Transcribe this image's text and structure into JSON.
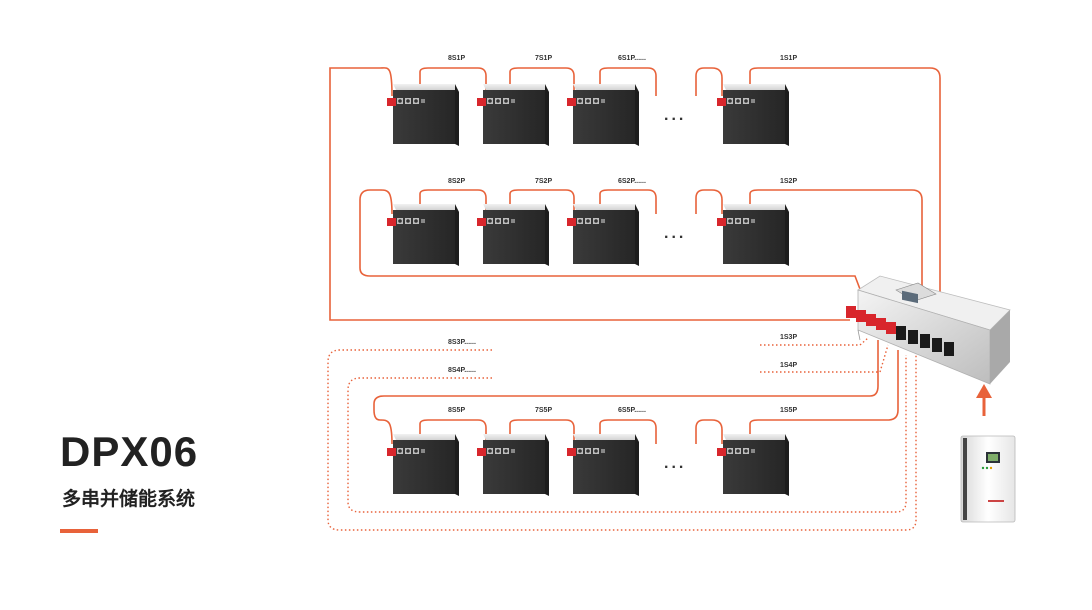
{
  "title": "DPX06",
  "subtitle": "多串并储能系统",
  "colors": {
    "accent": "#e8623a",
    "wire": "#e8623a",
    "battery": "#2f2f2f",
    "text": "#222222"
  },
  "rows": [
    {
      "style": "solid",
      "labels": [
        "8S1P",
        "7S1P",
        "6S1P......",
        "1S1P"
      ],
      "ellipsis": "..."
    },
    {
      "style": "solid",
      "labels": [
        "8S2P",
        "7S2P",
        "6S2P......",
        "1S2P"
      ],
      "ellipsis": "..."
    },
    {
      "style": "dashed",
      "labels": [
        "8S3P......",
        "1S3P"
      ]
    },
    {
      "style": "dashed",
      "labels": [
        "8S4P......",
        "1S4P"
      ]
    },
    {
      "style": "solid",
      "labels": [
        "8S5P",
        "7S5P",
        "6S5P......",
        "1S5P"
      ],
      "ellipsis": "..."
    }
  ],
  "devices": [
    {
      "name": "combiner-box",
      "icon": "combiner-box-icon"
    },
    {
      "name": "inverter",
      "icon": "inverter-icon"
    }
  ]
}
